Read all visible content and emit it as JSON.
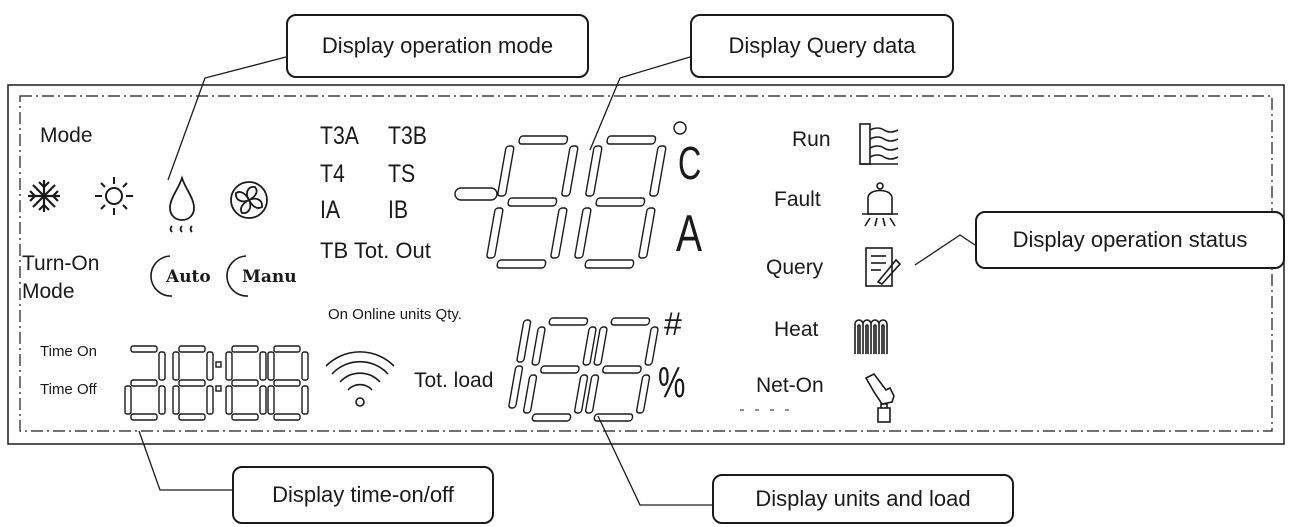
{
  "callouts": {
    "operation_mode": "Display operation mode",
    "query_data": "Display Query data",
    "operation_status": "Display operation status",
    "time_on_off": "Display time-on/off",
    "units_load": "Display units and load"
  },
  "panel": {
    "mode": "Mode",
    "turn_on_1": "Turn-On",
    "turn_on_2": "Mode",
    "auto": "Auto",
    "manu": "Manu",
    "t3a": "T3A",
    "t3b": "T3B",
    "t4": "T4",
    "ts": "TS",
    "ia": "IA",
    "ib": "IB",
    "tb_tot_out": "TB Tot. Out",
    "celsius": "C",
    "amps": "A",
    "on_online": "On Online units Qty.",
    "hash": "#",
    "percent": "%",
    "tot_load": "Tot. load",
    "time_on": "Time On",
    "time_off": "Time Off",
    "run": "Run",
    "fault": "Fault",
    "query": "Query",
    "heat": "Heat",
    "net_on": "Net-On"
  },
  "icons": [
    "snowflake-icon",
    "sun-icon",
    "drop-icon",
    "fan-icon",
    "wifi-icon",
    "run-icon",
    "bell-icon",
    "notepad-icon",
    "heater-icon",
    "hand-icon"
  ]
}
